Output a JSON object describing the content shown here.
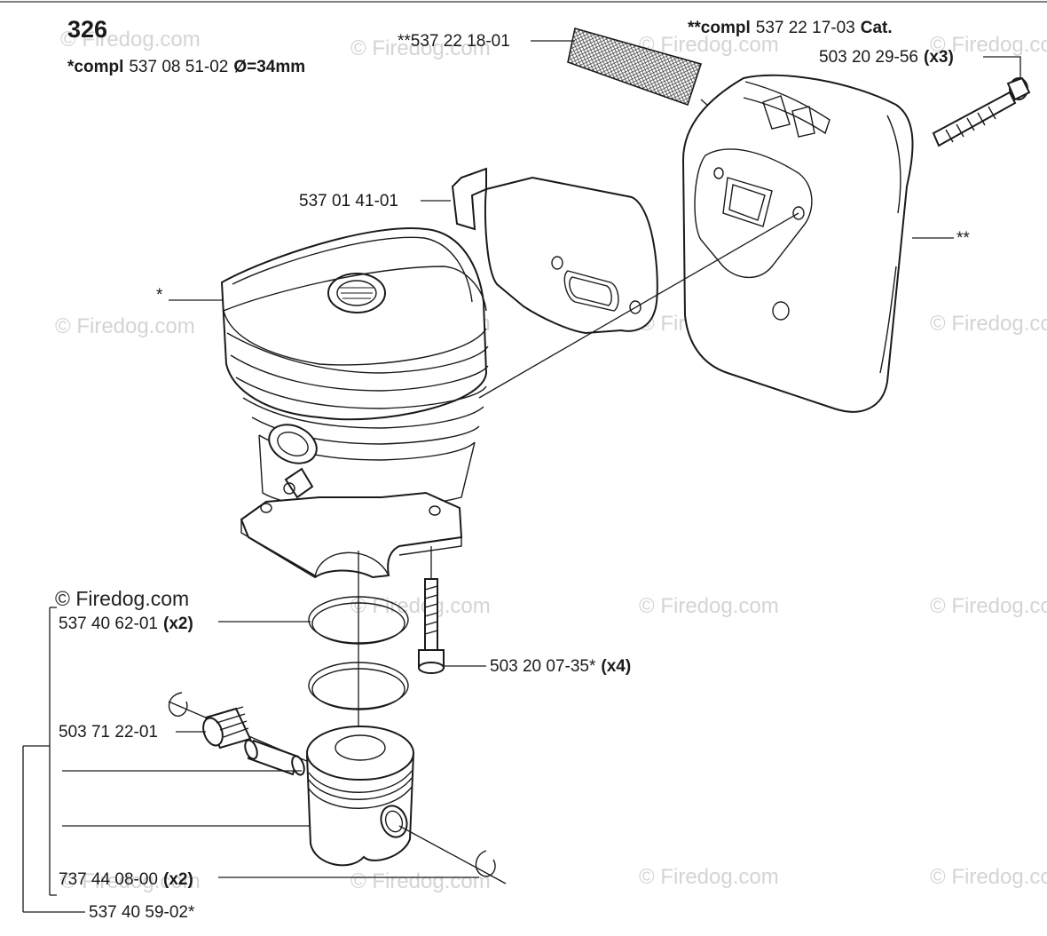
{
  "page": {
    "number": "326",
    "compl_cylinder": {
      "prefix": "*compl",
      "part": "537 08 51-02",
      "suffix": "Ø=34mm"
    },
    "compl_muffler": {
      "prefix": "**compl",
      "part": "537 22 17-03",
      "suffix": "Cat."
    }
  },
  "watermark": {
    "text": "© Firedog.com",
    "dark_text": "© Firedog.com"
  },
  "callouts": {
    "spark_screen": "**537 22 18-01",
    "muffler_bolt": {
      "part": "503 20 29-56",
      "qty": "(x3)"
    },
    "gasket": "537 01 41-01",
    "cylinder_marker": "*",
    "muffler_marker": "**",
    "piston_ring": {
      "part": "537 40 62-01",
      "qty": "(x2)"
    },
    "cylinder_screw": {
      "part": "503 20 07-35*",
      "qty": "(x4)"
    },
    "needle_bearing": "503 71 22-01",
    "circlip": {
      "part": "737 44 08-00",
      "qty": "(x2)"
    },
    "piston_assy": "537 40 59-02*"
  }
}
